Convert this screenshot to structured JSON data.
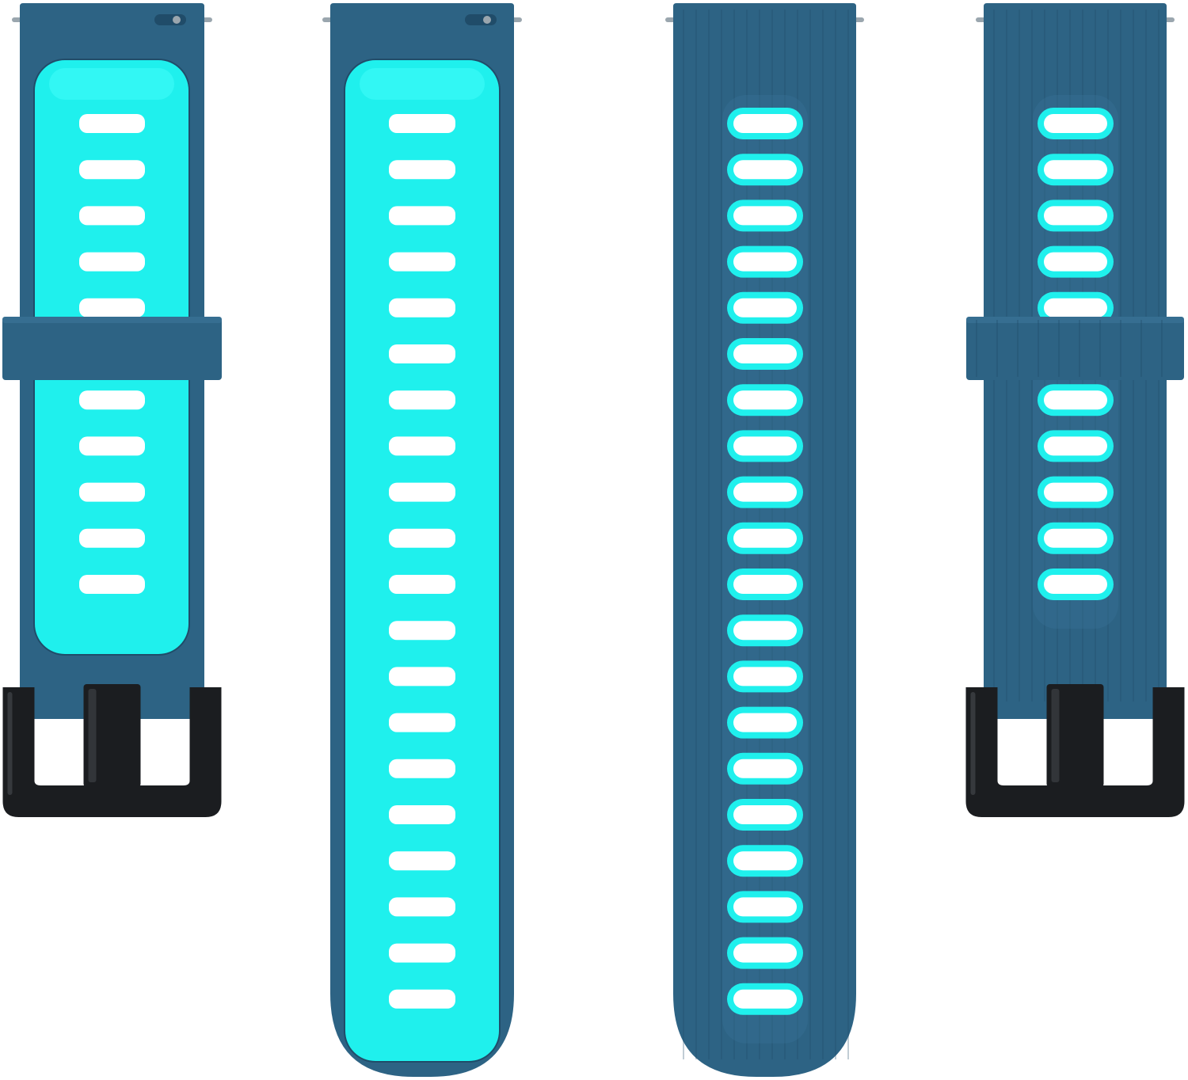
{
  "image": {
    "background": "#ffffff",
    "colors": {
      "outer_band": "#2d6384",
      "outer_band_dark": "#204c69",
      "outer_band_light": "#3a7497",
      "inner_band": "#1ff0ed",
      "inner_band_light": "#40fbf8",
      "hole": "#ffffff",
      "buckle": "#1b1d20",
      "buckle_highlight": "#4a4d52",
      "pin": "#9aa6ae"
    },
    "straps": [
      {
        "label": "",
        "style": "two-tone",
        "part": "buckle-side",
        "holes": 11,
        "has_keeper": true,
        "has_buckle": true
      },
      {
        "label": "",
        "style": "two-tone",
        "part": "tail-side",
        "holes": 20,
        "has_keeper": false,
        "has_buckle": false
      },
      {
        "label": "",
        "style": "ribbed",
        "part": "tail-side",
        "holes": 20,
        "has_keeper": false,
        "has_buckle": false
      },
      {
        "label": "",
        "style": "ribbed",
        "part": "buckle-side",
        "holes": 11,
        "has_keeper": true,
        "has_buckle": true
      }
    ]
  }
}
